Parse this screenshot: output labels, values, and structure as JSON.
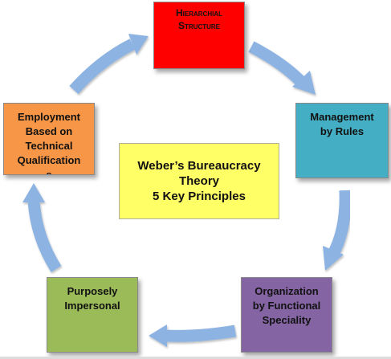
{
  "diagram": {
    "center": {
      "lines": [
        "Weber’s Bureaucracy",
        "Theory",
        "5 Key Principles"
      ]
    },
    "principles": [
      {
        "id": "hierarchial",
        "text": "Hierarchial\nStructure",
        "color": "#ff0000"
      },
      {
        "id": "rules",
        "text": "Management\nby Rules",
        "color": "#44afc4"
      },
      {
        "id": "organization",
        "text": "Organization\nby Functional\nSpeciality",
        "color": "#8464a2"
      },
      {
        "id": "impersonal",
        "text": "Purposely\nImpersonal",
        "color": "#9bbb59"
      },
      {
        "id": "employment",
        "text": "Employment\nBased on\nTechnical\nQualification\ns",
        "color": "#f79646"
      }
    ],
    "arrow_color": "#8db3e2",
    "center_color": "#ffff66"
  }
}
